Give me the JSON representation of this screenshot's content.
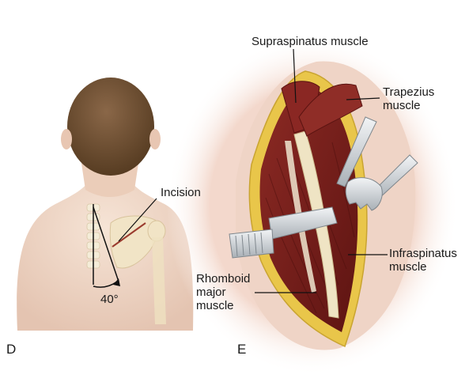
{
  "panels": {
    "left": "D",
    "right": "E"
  },
  "labels": {
    "incision": "Incision",
    "angle": "40°",
    "supraspinatus": "Supraspinatus muscle",
    "trapezius": "Trapezius\nmuscle",
    "infraspinatus": "Infraspinatus\nmuscle",
    "rhomboid": "Rhomboid\nmajor\nmuscle"
  },
  "colors": {
    "skin": "#ecd3c3",
    "hair": "#6b4c33",
    "muscle": "#7a1f1c",
    "fat": "#e9c64a",
    "bone": "#efe4c4",
    "metal": "#d4d8dc"
  }
}
